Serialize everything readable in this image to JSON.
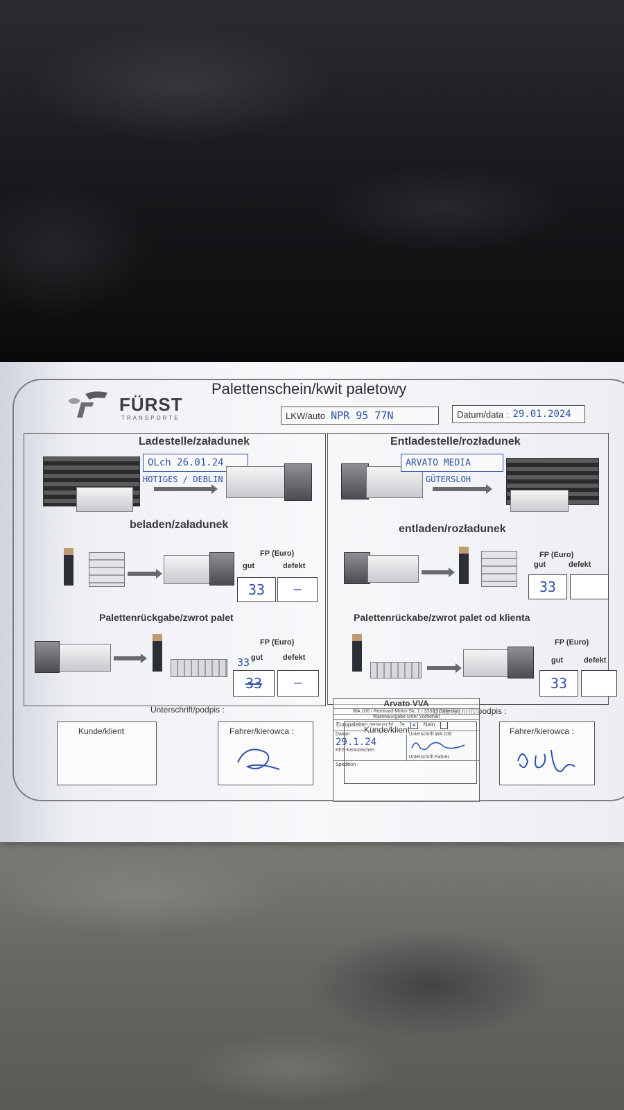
{
  "header": {
    "title": "Palettenschein/kwit paletowy",
    "logo_name": "FÜRST",
    "logo_sub": "TRANSPORTE",
    "vehicle_label": "LKW/auto",
    "vehicle_value": "NPR 95 77N",
    "date_label": "Datum/data :",
    "date_value": "29.01.2024"
  },
  "left": {
    "loading_title": "Ladestelle/załadunek",
    "loading_hand_1": "OLch 26.01.24",
    "loading_hand_2": "HOTIGES / DEBLIN",
    "loaded_title": "beladen/załadunek",
    "fp_label": "FP (Euro)",
    "gut_label": "gut",
    "defekt_label": "defekt",
    "loaded_gut": "33",
    "loaded_defekt": "—",
    "return_title": "Palettenrückgabe/zwrot palet",
    "return_gut_over": "33",
    "return_gut": "33",
    "return_defekt": "—"
  },
  "right": {
    "unloading_title": "Entladestelle/rozładunek",
    "unloading_hand_1": "ARVATO MEDIA",
    "unloading_hand_2": "GÜTERSLOH",
    "unloaded_title": "entladen/rozładunek",
    "fp_label": "FP (Euro)",
    "gut_label": "gut",
    "defekt_label": "defekt",
    "unloaded_gut": "33",
    "return_title": "Palettenrückabe/zwrot palet od klienta",
    "return_gut": "33"
  },
  "signatures": {
    "label": "Unterschrift/podpis :",
    "customer": "Kunde/klient",
    "driver": "Fahrer/kierowca :"
  },
  "stamp": {
    "company": "Arvato VVA",
    "address": "WA 100 / Reinhard-Mohn-Str. 1 / 33333 Gütersloh",
    "line": "Warenausgabe unter Vorbehalt",
    "europal": "Europaletten getauscht",
    "ja": "Ja",
    "nein": "Nein",
    "datum": "Datum",
    "datum_value": "29.1.24",
    "unterschrift_wa": "Unterschrift WA 100",
    "kfz": "KFZ-Kennzeichen",
    "unterschrift_fahrer": "Unterschrift Fahrer",
    "spedition": "Spedition :"
  }
}
